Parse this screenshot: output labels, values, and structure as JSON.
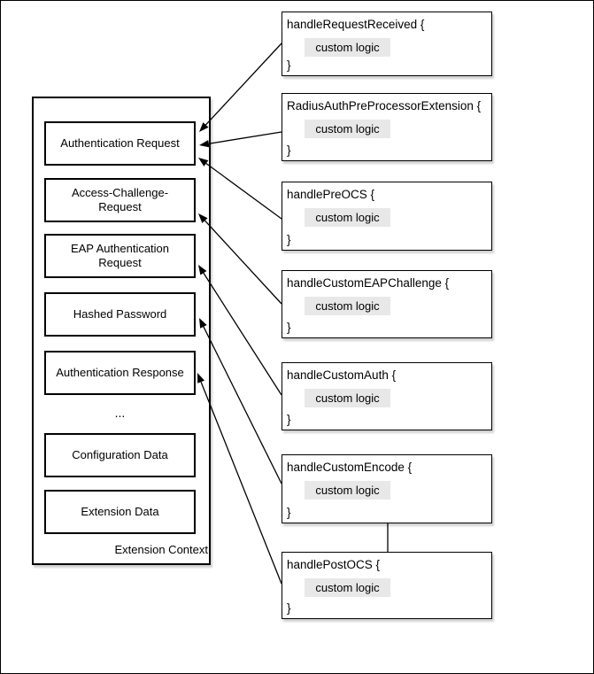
{
  "colors": {
    "canvas_background": "#ffffff",
    "box_fill": "#ffffff",
    "box_border": "#000000",
    "highlight_background": "#e8e8e8",
    "connector": "#000000"
  },
  "diagram": {
    "context_box": {
      "label": "Extension Context",
      "items": [
        {
          "type": "box",
          "label": "Authentication Request"
        },
        {
          "type": "box",
          "label": "Access-Challenge-Request"
        },
        {
          "type": "box",
          "label": "EAP Authentication Request"
        },
        {
          "type": "box",
          "label": "Hashed Password"
        },
        {
          "type": "box",
          "label": "Authentication Response"
        },
        {
          "type": "ellipsis",
          "label": "..."
        },
        {
          "type": "box",
          "label": "Configuration Data"
        },
        {
          "type": "box",
          "label": "Extension Data"
        }
      ]
    },
    "handlers": [
      {
        "title": "handleRequestReceived {",
        "body": "custom logic",
        "close": "}"
      },
      {
        "title": "RadiusAuthPreProcessorExtension {",
        "body": "custom logic",
        "close": "}"
      },
      {
        "title": "handlePreOCS {",
        "body": "custom logic",
        "close": "}"
      },
      {
        "title": "handleCustomEAPChallenge {",
        "body": "custom logic",
        "close": "}"
      },
      {
        "title": "handleCustomAuth {",
        "body": "custom logic",
        "close": "}"
      },
      {
        "title": "handleCustomEncode {",
        "body": "custom logic",
        "close": "}"
      },
      {
        "title": "handlePostOCS {",
        "body": "custom logic",
        "close": "}"
      }
    ],
    "connections": [
      {
        "from": "handleRequestReceived",
        "to": "Authentication Request",
        "style": "arrow"
      },
      {
        "from": "RadiusAuthPreProcessorExtension",
        "to": "Authentication Request",
        "style": "arrow"
      },
      {
        "from": "handlePreOCS",
        "to": "Authentication Request",
        "style": "arrow"
      },
      {
        "from": "handleCustomEAPChallenge",
        "to": "Access-Challenge-Request",
        "style": "arrow"
      },
      {
        "from": "handleCustomAuth",
        "to": "EAP Authentication Request",
        "style": "arrow"
      },
      {
        "from": "handleCustomEncode",
        "to": "Hashed Password",
        "style": "arrow"
      },
      {
        "from": "handlePostOCS",
        "to": "Authentication Response",
        "style": "arrow"
      },
      {
        "from": "handleCustomEncode",
        "to": "handlePostOCS",
        "style": "line"
      }
    ]
  }
}
